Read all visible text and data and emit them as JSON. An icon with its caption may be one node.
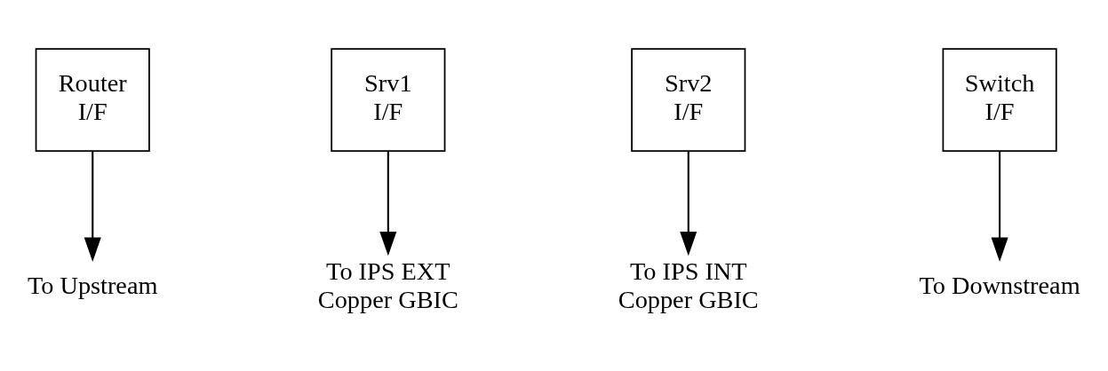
{
  "diagram": {
    "nodes": [
      {
        "text": [
          "Router I/F"
        ]
      },
      {
        "text": [
          "Srv1 I/F"
        ]
      },
      {
        "text": [
          "Srv2 I/F"
        ]
      },
      {
        "text": [
          "Switch I/F"
        ]
      },
      {
        "text": [
          "To Upstream"
        ]
      },
      {
        "text": [
          "To IPS EXT Copper GBIC"
        ]
      },
      {
        "text": [
          "To IPS INT Copper GBIC"
        ]
      },
      {
        "text": [
          "To Downstream"
        ]
      }
    ],
    "edges": [
      {
        "from": 0,
        "to": 4,
        "arrow": "to"
      },
      {
        "from": 1,
        "to": 5,
        "arrow": "to"
      },
      {
        "from": 2,
        "to": 6,
        "arrow": "to"
      },
      {
        "from": 3,
        "to": 7,
        "arrow": "to"
      }
    ]
  }
}
